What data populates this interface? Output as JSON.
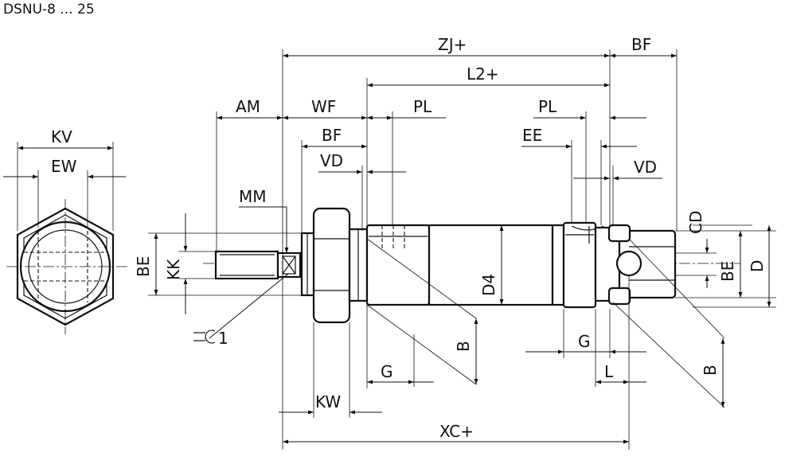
{
  "title": "DSNU-8 ... 25",
  "labels": {
    "kv": "KV",
    "ew": "EW",
    "am": "AM",
    "wf": "WF",
    "bf_front": "BF",
    "vd_front": "VD",
    "mm": "MM",
    "zj": "ZJ+",
    "l2": "L2+",
    "bf_rear": "BF",
    "pl_front": "PL",
    "pl_rear": "PL",
    "ee": "EE",
    "vd_rear": "VD",
    "cd": "CD",
    "be_rear": "BE",
    "d": "D",
    "be_front": "BE",
    "kk": "KK",
    "d4": "D4",
    "b_front": "B",
    "b_rear": "B",
    "g_front": "G",
    "g_rear": "G",
    "l": "L",
    "kw": "KW",
    "xc": "XC+",
    "wrench": "1"
  }
}
